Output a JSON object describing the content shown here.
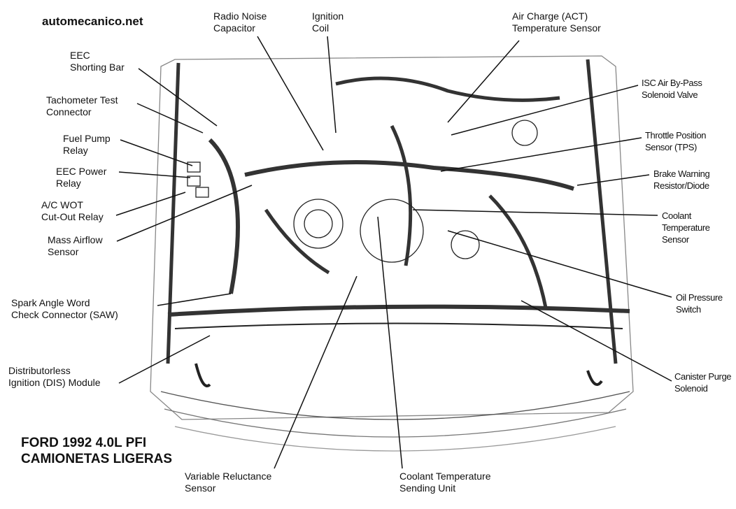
{
  "site": "automecanico.net",
  "title": [
    "FORD 1992 4.0L PFI",
    "CAMIONETAS LIGERAS"
  ],
  "labels": {
    "radio_noise": [
      "Radio Noise",
      "Capacitor"
    ],
    "ignition_coil": [
      "Ignition",
      "Coil"
    ],
    "act": [
      "Air Charge (ACT)",
      "Temperature Sensor"
    ],
    "eec_shorting": [
      "EEC",
      "Shorting Bar"
    ],
    "tach": [
      "Tachometer Test",
      "Connector"
    ],
    "fuel_pump": [
      "Fuel Pump",
      "Relay"
    ],
    "eec_power": [
      "EEC Power",
      "Relay"
    ],
    "ac_wot": [
      "A/C WOT",
      "Cut-Out Relay"
    ],
    "maf": [
      "Mass Airflow",
      "Sensor"
    ],
    "saw": [
      "Spark Angle Word",
      "Check Connector (SAW)"
    ],
    "dis": [
      "Distributorless",
      "Ignition (DIS)  Module"
    ],
    "isc": [
      "ISC Air By-Pass",
      "Solenoid Valve"
    ],
    "tps": [
      "Throttle Position",
      "Sensor (TPS)"
    ],
    "brake": [
      "Brake Warning",
      "Resistor/Diode"
    ],
    "coolant_sensor": [
      "Coolant",
      "Temperature",
      "Sensor"
    ],
    "oil": [
      "Oil Pressure",
      "Switch"
    ],
    "canister": [
      "Canister Purge",
      "Solenoid"
    ],
    "vrs": [
      "Variable Reluctance",
      "Sensor"
    ],
    "ctsu": [
      "Coolant Temperature",
      "Sending Unit"
    ]
  }
}
